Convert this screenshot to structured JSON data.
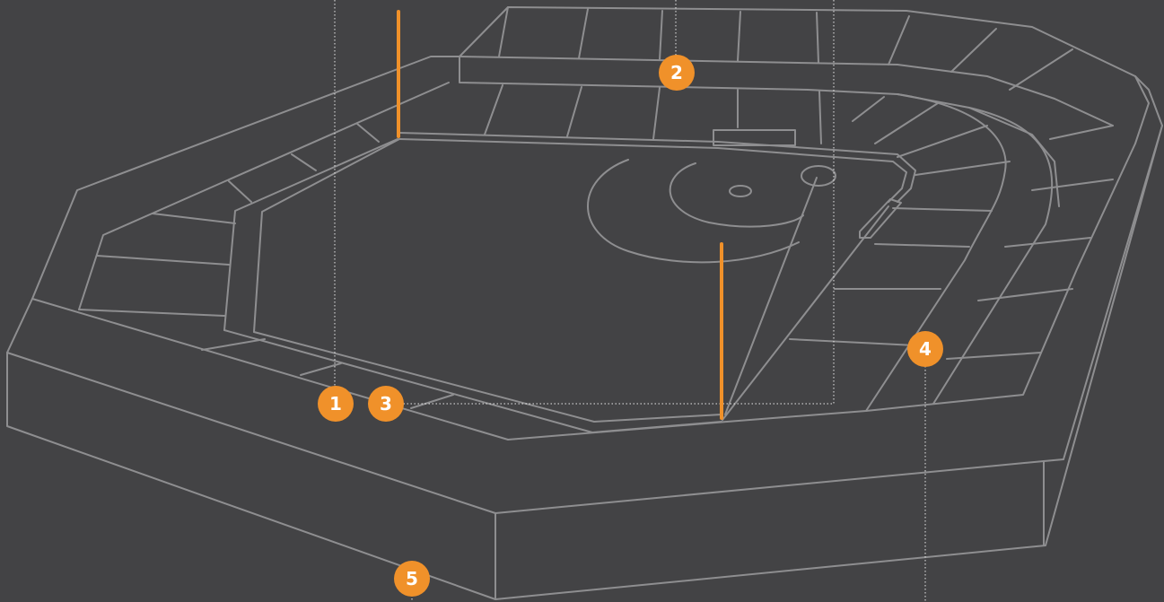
{
  "colors": {
    "background": "#434345",
    "outline": "#8e8e90",
    "accent": "#f0912a",
    "guide": "#e9e9e9"
  },
  "markers": [
    {
      "id": "marker-1",
      "label": "1"
    },
    {
      "id": "marker-2",
      "label": "2"
    },
    {
      "id": "marker-3",
      "label": "3"
    },
    {
      "id": "marker-4",
      "label": "4"
    },
    {
      "id": "marker-5",
      "label": "5"
    }
  ]
}
